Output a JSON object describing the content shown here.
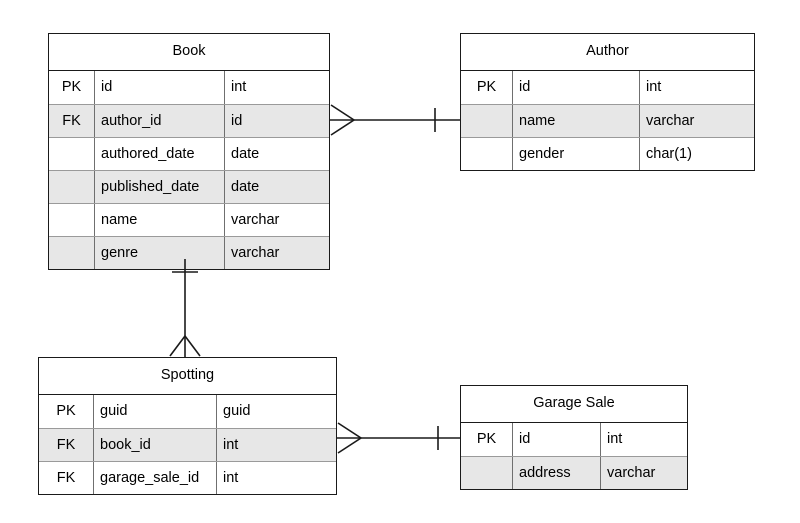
{
  "diagram": {
    "type": "entity-relationship-diagram",
    "background_color": "#ffffff",
    "line_color": "#1a1a1a",
    "shaded_row_color": "#e7e7e7",
    "columns": [
      "key",
      "name",
      "type"
    ]
  },
  "entities": {
    "book": {
      "title": "Book",
      "rows": [
        {
          "key": "PK",
          "name": "id",
          "type": "int"
        },
        {
          "key": "FK",
          "name": "author_id",
          "type": "id"
        },
        {
          "key": "",
          "name": "authored_date",
          "type": "date"
        },
        {
          "key": "",
          "name": "published_date",
          "type": "date"
        },
        {
          "key": "",
          "name": "name",
          "type": "varchar"
        },
        {
          "key": "",
          "name": "genre",
          "type": "varchar"
        }
      ]
    },
    "author": {
      "title": "Author",
      "rows": [
        {
          "key": "PK",
          "name": "id",
          "type": "int"
        },
        {
          "key": "",
          "name": "name",
          "type": "varchar"
        },
        {
          "key": "",
          "name": "gender",
          "type": "char(1)"
        }
      ]
    },
    "spotting": {
      "title": "Spotting",
      "rows": [
        {
          "key": "PK",
          "name": "guid",
          "type": "guid"
        },
        {
          "key": "FK",
          "name": "book_id",
          "type": "int"
        },
        {
          "key": "FK",
          "name": "garage_sale_id",
          "type": "int"
        }
      ]
    },
    "garage_sale": {
      "title": "Garage Sale",
      "rows": [
        {
          "key": "PK",
          "name": "id",
          "type": "int"
        },
        {
          "key": "",
          "name": "address",
          "type": "varchar"
        }
      ]
    }
  },
  "relationships": [
    {
      "id": "book-author",
      "from": "book",
      "to": "author",
      "from_cardinality": "many",
      "to_cardinality": "one"
    },
    {
      "id": "book-spotting",
      "from": "book",
      "to": "spotting",
      "from_cardinality": "one",
      "to_cardinality": "many"
    },
    {
      "id": "spotting-garage-sale",
      "from": "spotting",
      "to": "garage_sale",
      "from_cardinality": "many",
      "to_cardinality": "one"
    }
  ]
}
